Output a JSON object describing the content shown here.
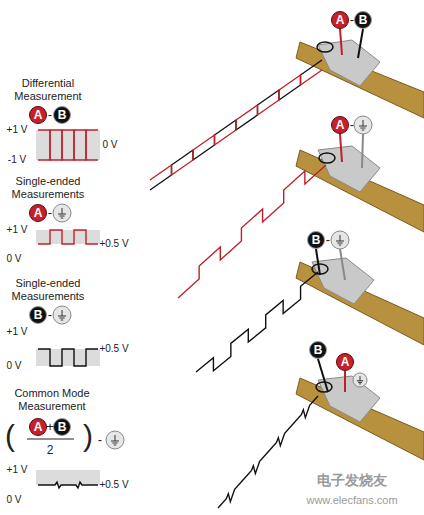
{
  "diagram": {
    "nodes": [
      {
        "text": [
          "A"
        ]
      },
      {
        "text": [
          "B"
        ]
      },
      {
        "text": [
          "A"
        ]
      },
      {
        "text": [
          "B"
        ]
      },
      {
        "text": [
          "A"
        ]
      },
      {
        "text": [
          "A"
        ]
      },
      {
        "text": [
          "B"
        ]
      },
      {
        "text": [
          "B"
        ]
      },
      {
        "text": [
          "A"
        ]
      },
      {
        "text": [
          "B"
        ]
      },
      {
        "text": [
          "B"
        ]
      },
      {
        "text": [
          "A"
        ]
      }
    ],
    "labels": [
      "Differential Measurement",
      "-",
      "+1 V",
      "-1 V",
      "0 V",
      "Single-ended Measurements",
      "-",
      "+1 V",
      "+0.5 V",
      "0 V",
      "Single-ended Measurements",
      "-",
      "+1 V",
      "+0.5 V",
      "0 V",
      "Common Mode Measurement",
      "(",
      "+",
      "2",
      ")",
      "-",
      "+1 V",
      "+0.5 V",
      "0 V",
      "-",
      "-",
      "-",
      "电子发烧友",
      "www.elecfans.com"
    ]
  }
}
